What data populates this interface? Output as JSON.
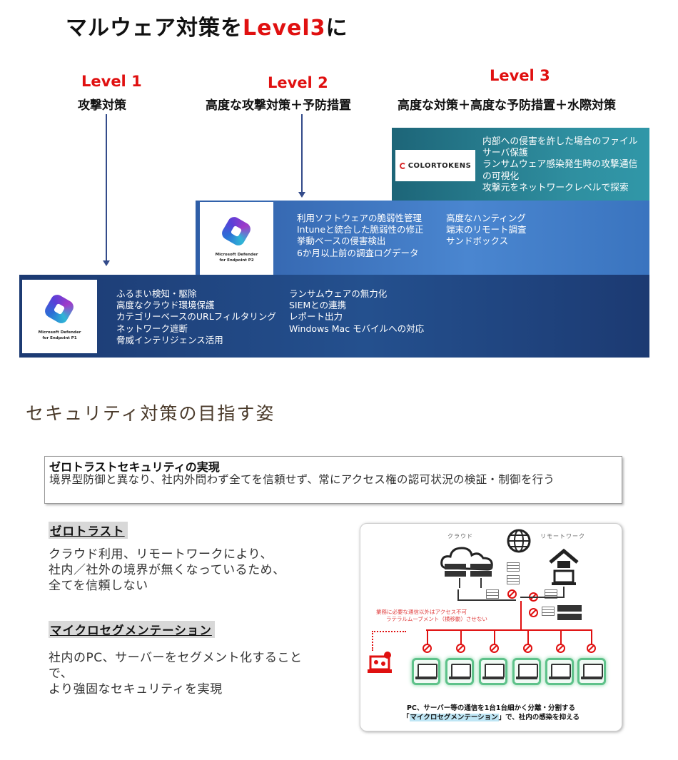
{
  "title": {
    "prefix": "マルウェア対策を",
    "accent": "Level3",
    "suffix": "に"
  },
  "levels": [
    {
      "label": "Level 1",
      "subtitle": "攻撃対策"
    },
    {
      "label": "Level 2",
      "subtitle": "高度な攻撃対策＋予防措置"
    },
    {
      "label": "Level 3",
      "subtitle": "高度な対策＋高度な予防措置＋水際対策"
    }
  ],
  "colortokens": {
    "logo": "COLORTOKENS",
    "features": [
      "内部への侵害を許した場合のファイル",
      "サーバ保護",
      "ランサムウェア感染発生時の攻撃通信",
      "の可視化",
      "攻撃元をネットワークレベルで探索"
    ]
  },
  "p2": {
    "caption_line1": "Microsoft Defender",
    "caption_line2": "for Endpoint P2",
    "features_left": [
      "利用ソフトウェアの脆弱性管理",
      "Intuneと統合した脆弱性の修正",
      "挙動ベースの侵害検出",
      "6か月以上前の調査ログデータ"
    ],
    "features_right": [
      "高度なハンティング",
      "端末のリモート調査",
      "サンドボックス"
    ]
  },
  "p1": {
    "caption_line1": "Microsoft Defender",
    "caption_line2": "for Endpoint P1",
    "features_left": [
      "ふるまい検知・駆除",
      "高度なクラウド環境保護",
      "カテゴリーベースのURLフィルタリング",
      "ネットワーク遮断",
      "脅威インテリジェンス活用"
    ],
    "features_right": [
      "ランサムウェアの無力化",
      "SIEMとの連携",
      "レポート出力",
      "Windows Mac  モバイルへの対応"
    ]
  },
  "section_title": "セキュリティ対策の目指す姿",
  "zt_box": {
    "title": "ゼロトラストセキュリティの実現",
    "text": "境界型防御と異なり、社内外問わず全てを信頼せず、常にアクセス権の認可状況の検証・制御を行う"
  },
  "zerotrust": {
    "heading": "ゼロトラスト",
    "lines": [
      "クラウド利用、リモートワークにより、",
      "社内／社外の境界が無くなっているため、",
      "全てを信頼しない"
    ]
  },
  "microseg": {
    "heading": "マイクロセグメンテーション",
    "lines": [
      "社内のPC、サーバーをセグメント化すること",
      "で、",
      "より強固なセキュリティを実現"
    ]
  },
  "diagram": {
    "label_cloud": "クラウド",
    "label_remote": "リモートワーク",
    "note_line1": "業務に必要な通信以外はアクセス不可",
    "note_line2": "ラテラルムーブメント（横移動）させない",
    "caption_line1": "PC、サーバー等の通信を1台1台細かく分離・分割する",
    "caption_pre": "「",
    "caption_hl": "マイクロセグメンテーション",
    "caption_post": "」で、社内の感染を抑える"
  }
}
